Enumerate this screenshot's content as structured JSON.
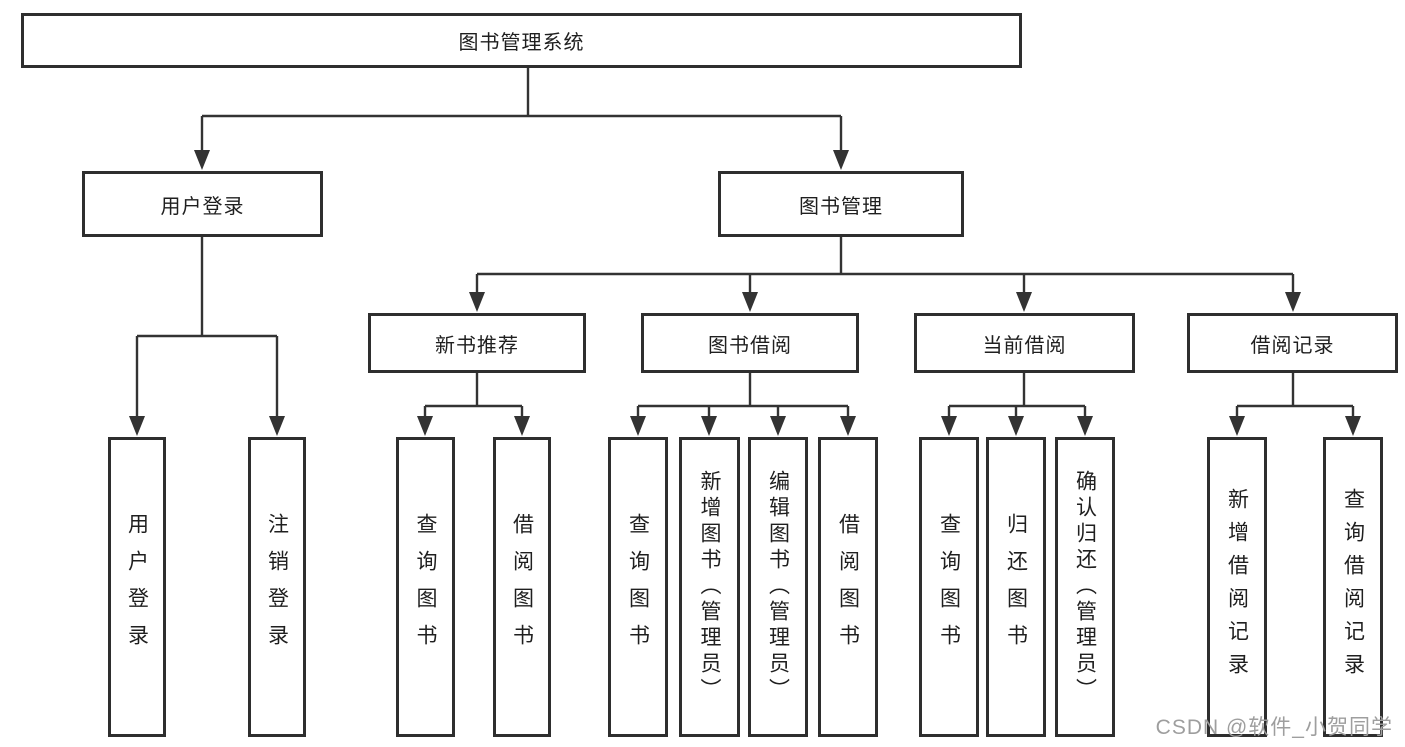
{
  "title": "图书管理系统",
  "colors": {
    "background": "#ffffff",
    "line": "#333333",
    "box_border": "#2e2e2e",
    "text": "#1f1f1f",
    "watermark": "#9e9e9e"
  },
  "watermark": {
    "text": "CSDN @软件_小贺同学"
  },
  "tree": {
    "root": {
      "label": "图书管理系统"
    },
    "level2": [
      {
        "id": "user-login",
        "label": "用户登录"
      },
      {
        "id": "book-management",
        "label": "图书管理"
      }
    ],
    "level3": [
      {
        "id": "new-book-recommend",
        "label": "新书推荐",
        "parent": "book-management"
      },
      {
        "id": "book-borrowing",
        "label": "图书借阅",
        "parent": "book-management"
      },
      {
        "id": "current-borrowing",
        "label": "当前借阅",
        "parent": "book-management"
      },
      {
        "id": "borrowing-records",
        "label": "借阅记录",
        "parent": "book-management"
      }
    ],
    "leaves": [
      {
        "id": "user-login-leaf",
        "label": "用户登录",
        "parent": "user-login"
      },
      {
        "id": "logout-leaf",
        "label": "注销登录",
        "parent": "user-login"
      },
      {
        "id": "query-books-recommend",
        "label": "查询图书",
        "parent": "new-book-recommend"
      },
      {
        "id": "borrow-books-recommend",
        "label": "借阅图书",
        "parent": "new-book-recommend"
      },
      {
        "id": "query-books-borrowing",
        "label": "查询图书",
        "parent": "book-borrowing"
      },
      {
        "id": "add-books-admin",
        "label": "新增图书（管理员）",
        "parent": "book-borrowing"
      },
      {
        "id": "edit-books-admin",
        "label": "编辑图书（管理员）",
        "parent": "book-borrowing"
      },
      {
        "id": "borrow-books-borrowing",
        "label": "借阅图书",
        "parent": "book-borrowing"
      },
      {
        "id": "query-books-current",
        "label": "查询图书",
        "parent": "current-borrowing"
      },
      {
        "id": "return-books",
        "label": "归还图书",
        "parent": "current-borrowing"
      },
      {
        "id": "confirm-return-admin",
        "label": "确认归还（管理员）",
        "parent": "current-borrowing"
      },
      {
        "id": "add-borrowing-record",
        "label": "新增借阅记录",
        "parent": "borrowing-records"
      },
      {
        "id": "query-borrowing-record",
        "label": "查询借阅记录",
        "parent": "borrowing-records"
      }
    ]
  }
}
